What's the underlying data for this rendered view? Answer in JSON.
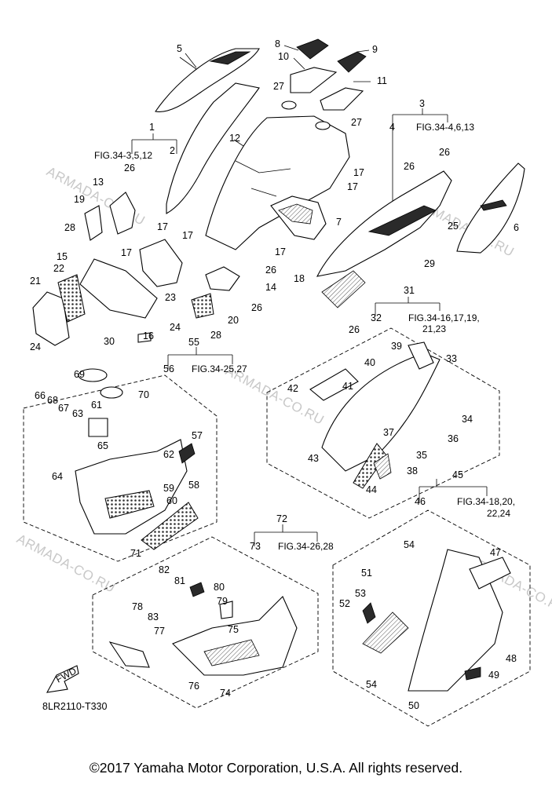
{
  "watermark": "ARMADA-CO.RU",
  "copyright": "©2017 Yamaha Motor Corporation, U.S.A. All rights reserved.",
  "figure_code": "8LR2110-T330",
  "fwd_label": "FWD",
  "refs": {
    "r1": "FIG.34-3,5,12",
    "r3": "FIG.34-4,6,13",
    "r31": "FIG.34-16,17,19,",
    "r31b": "21,23",
    "r45": "FIG.34-18,20,",
    "r45b": "22,24",
    "r55": "FIG.34-25,27",
    "r72": "FIG.34-26,28"
  },
  "callouts": {
    "c1": "1",
    "c2": "2",
    "c3": "3",
    "c4": "4",
    "c5": "5",
    "c6": "6",
    "c7": "7",
    "c8": "8",
    "c9": "9",
    "c10": "10",
    "c11": "11",
    "c12": "12",
    "c13": "13",
    "c14": "14",
    "c15": "15",
    "c16": "16",
    "c17a": "17",
    "c17b": "17",
    "c17c": "17",
    "c17d": "17",
    "c17e": "17",
    "c17f": "17",
    "c18": "18",
    "c19": "19",
    "c20": "20",
    "c21": "21",
    "c22": "22",
    "c23": "23",
    "c24a": "24",
    "c24b": "24",
    "c25": "25",
    "c26a": "26",
    "c26b": "26",
    "c26c": "26",
    "c26d": "26",
    "c26e": "26",
    "c26f": "26",
    "c27a": "27",
    "c27b": "27",
    "c28a": "28",
    "c28b": "28",
    "c29": "29",
    "c30": "30",
    "c31": "31",
    "c32": "32",
    "c33": "33",
    "c34": "34",
    "c35": "35",
    "c36": "36",
    "c37": "37",
    "c38": "38",
    "c39": "39",
    "c40": "40",
    "c41": "41",
    "c42": "42",
    "c43": "43",
    "c44": "44",
    "c45": "45",
    "c46": "46",
    "c47": "47",
    "c48": "48",
    "c49": "49",
    "c50": "50",
    "c51": "51",
    "c52": "52",
    "c53": "53",
    "c54a": "54",
    "c54b": "54",
    "c55": "55",
    "c56": "56",
    "c57": "57",
    "c58": "58",
    "c59": "59",
    "c60": "60",
    "c61": "61",
    "c62": "62",
    "c63": "63",
    "c64": "64",
    "c65": "65",
    "c66": "66",
    "c67": "67",
    "c68": "68",
    "c69": "69",
    "c70": "70",
    "c71": "71",
    "c72": "72",
    "c73": "73",
    "c74": "74",
    "c75": "75",
    "c76": "76",
    "c77": "77",
    "c78": "78",
    "c79": "79",
    "c80": "80",
    "c81": "81",
    "c82": "82",
    "c83": "83"
  }
}
